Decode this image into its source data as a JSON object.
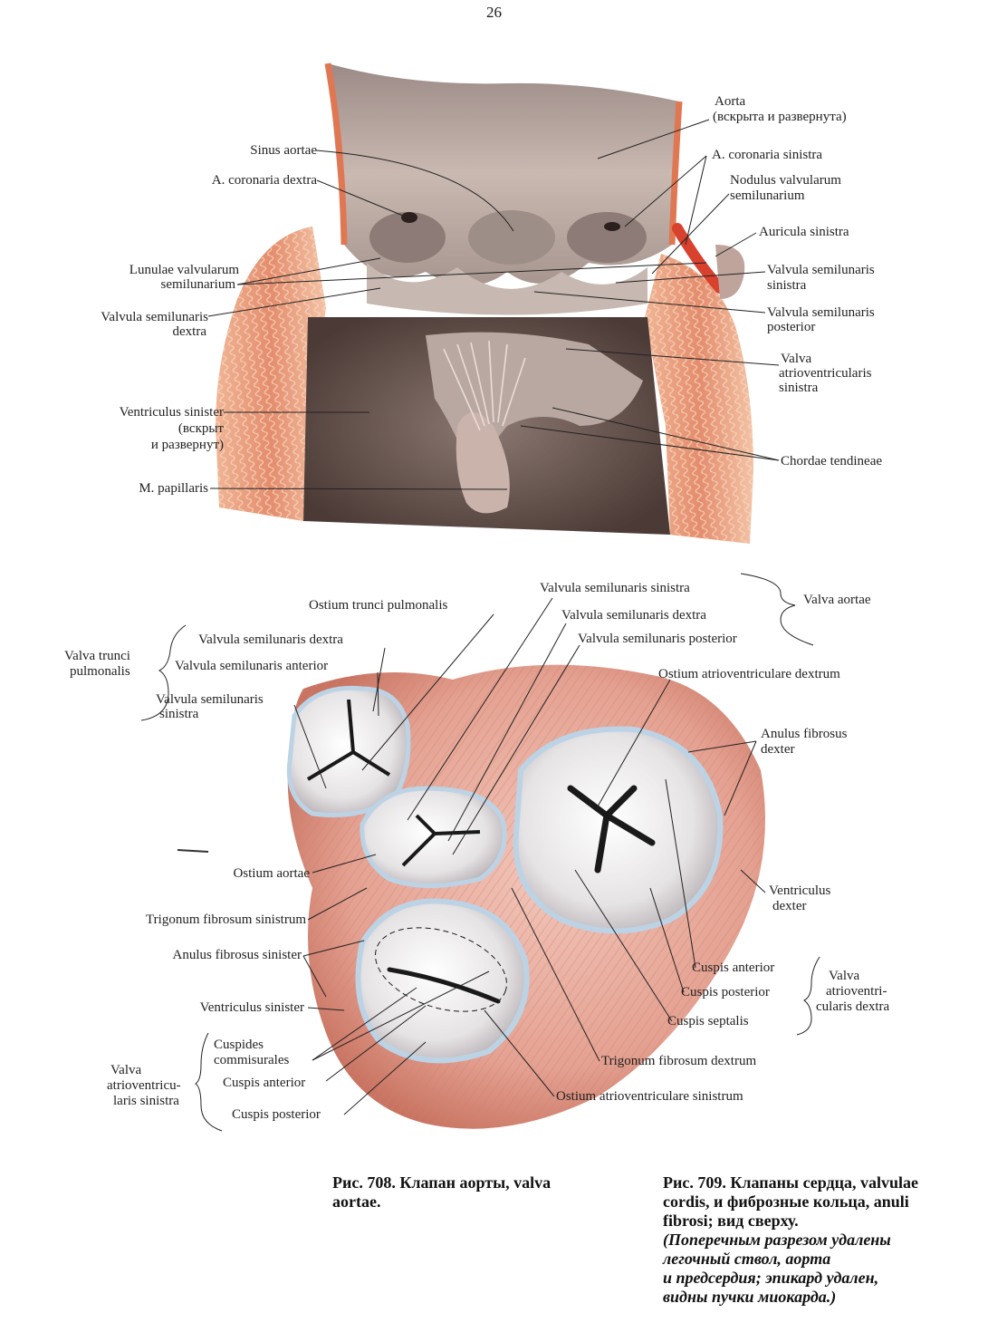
{
  "page_number": "26",
  "fig708": {
    "labels": {
      "aorta": "Aorta",
      "aorta_note": "(вскрыта и развернута)",
      "sinus_aortae": "Sinus aortae",
      "coronaria_dextra": "A. coronaria dextra",
      "coronaria_sinistra": "A. coronaria sinistra",
      "nodulus_1": "Nodulus valvularum",
      "nodulus_2": "semilunarium",
      "auricula_sinistra": "Auricula sinistra",
      "lunulae_1": "Lunulae valvularum",
      "lunulae_2": "semilunarium",
      "vs_sinistra_1": "Valvula semilunaris",
      "vs_sinistra_2": "sinistra",
      "vs_dextra_1": "Valvula semilunaris",
      "vs_dextra_2": "dextra",
      "vs_posterior_1": "Valvula semilunaris",
      "vs_posterior_2": "posterior",
      "valva_av_1": "Valva",
      "valva_av_2": "atrioventricularis",
      "valva_av_3": "sinistra",
      "ventriculus_1": "Ventriculus sinister",
      "ventriculus_2": "(вскрыт",
      "ventriculus_3": "и развернут)",
      "chordae": "Chordae tendineae",
      "papillaris": "M. papillaris"
    },
    "caption_1": "Рис. 708. Клапан аорты, valva",
    "caption_2": "aortae."
  },
  "fig709": {
    "labels": {
      "ostium_trunci": "Ostium trunci pulmonalis",
      "vs_sinistra_ao": "Valvula semilunaris sinistra",
      "vs_dextra_ao": "Valvula semilunaris dextra",
      "vs_posterior_ao": "Valvula semilunaris posterior",
      "valva_aortae": "Valva aortae",
      "valva_trunci_1": "Valva trunci",
      "valva_trunci_2": "pulmonalis",
      "vs_dextra_pu": "Valvula semilunaris dextra",
      "vs_anterior_pu": "Valvula semilunaris anterior",
      "vs_sinistra_pu_1": "Valvula semilunaris",
      "vs_sinistra_pu_2": "sinistra",
      "ostium_avd": "Ostium atrioventriculare dextrum",
      "anulus_dexter_1": "Anulus fibrosus",
      "anulus_dexter_2": "dexter",
      "ostium_aortae": "Ostium aortae",
      "trigonum_sin": "Trigonum fibrosum sinistrum",
      "anulus_sinister": "Anulus fibrosus sinister",
      "ventriculus_dexter_1": "Ventriculus",
      "ventriculus_dexter_2": "dexter",
      "ventriculus_sinister": "Ventriculus sinister",
      "cuspis_anterior_r": "Cuspis anterior",
      "cuspis_posterior_r": "Cuspis posterior",
      "cuspis_septalis": "Cuspis septalis",
      "valva_avd_1": "Valva",
      "valva_avd_2": "atrioventri-",
      "valva_avd_3": "cularis dextra",
      "cuspides_comm_1": "Cuspides",
      "cuspides_comm_2": "commisurales",
      "cuspis_anterior_l": "Cuspis anterior",
      "cuspis_posterior_l": "Cuspis posterior",
      "valva_avs_1": "Valva",
      "valva_avs_2": "atrioventricu-",
      "valva_avs_3": "laris sinistra",
      "trigonum_dex": "Trigonum fibrosum dextrum",
      "ostium_avs": "Ostium atrioventriculare sinistrum"
    },
    "caption_1": "Рис. 709. Клапаны сердца, valvulae",
    "caption_2": "cordis, и фиброзные кольца, anuli",
    "caption_3": "fibrosi; вид сверху.",
    "caption_4": "(Поперечным разрезом удалены",
    "caption_5": "легочный  ствол,  аорта",
    "caption_6": "и предсердия; эпикард удален,",
    "caption_7": "видны пучки миокарда.)"
  },
  "colors": {
    "myocardium": "#e79a82",
    "tissue_light": "#d9c9c0",
    "tissue_dark": "#6f5a55",
    "valve_ring": "#bcd3e6",
    "line": "#222222"
  }
}
